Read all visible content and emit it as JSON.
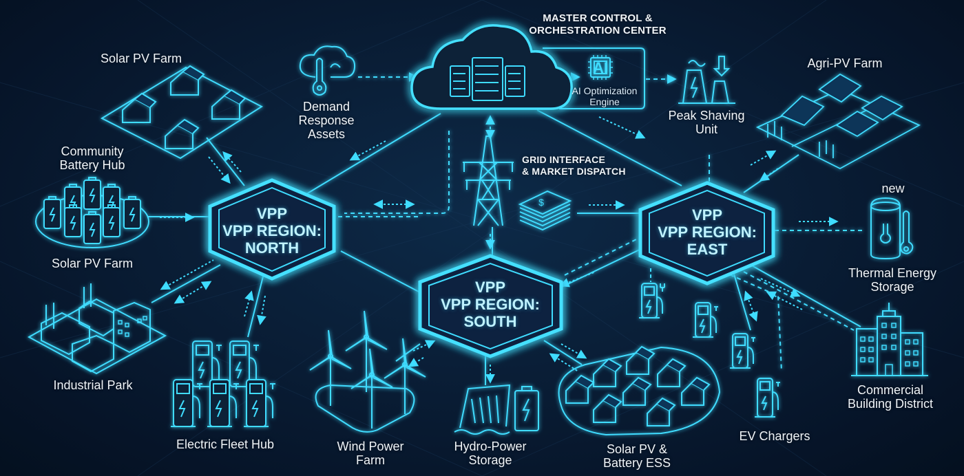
{
  "colors": {
    "background": "#061428",
    "accent": "#3fdcff",
    "accent_dim": "#1fa9d6",
    "hex_fill": "#0c2240",
    "label_text": "#f0f4f8"
  },
  "center": {
    "title_line1": "MASTER CONTROL &",
    "title_line2": "ORCHESTRATION CENTER",
    "icon": "cloud-server-icon",
    "ai_engine": {
      "chip_text": "AI",
      "label_line1": "AI Optimization",
      "label_line2": "Engine",
      "icon": "ai-chip-icon"
    }
  },
  "grid_interface": {
    "line1": "GRID INTERFACE",
    "line2": "& MARKET DISPATCH",
    "icons": [
      "transmission-tower-icon",
      "money-stack-icon"
    ]
  },
  "regions": {
    "north": {
      "line1": "VPP",
      "line2": "VPP REGION:",
      "line3": "NORTH"
    },
    "south": {
      "line1": "VPP",
      "line2": "VPP REGION:",
      "line3": "SOUTH"
    },
    "east": {
      "line1": "VPP",
      "line2": "VPP REGION:",
      "line3": "EAST"
    }
  },
  "assets": {
    "solar_pv_farm_top": {
      "label": "Solar PV Farm",
      "icon": "solar-houses-icon"
    },
    "demand_response": {
      "line1": "Demand",
      "line2": "Response",
      "line3": "Assets",
      "icon": "thermostat-cloud-icon"
    },
    "community_battery": {
      "line1": "Community",
      "line2": "Battery Hub",
      "sublabel": "Solar PV Farm",
      "icon": "battery-cluster-icon"
    },
    "industrial_park": {
      "label": "Industrial Park",
      "icon": "factory-icon"
    },
    "electric_fleet_hub": {
      "label": "Electric Fleet Hub",
      "icon": "ev-charger-group-icon"
    },
    "wind_power_farm": {
      "line1": "Wind Power",
      "line2": "Farm",
      "icon": "wind-turbine-icon"
    },
    "hydro_power_storage": {
      "line1": "Hydro-Power",
      "line2": "Storage",
      "icon": "dam-battery-icon"
    },
    "solar_pv_battery_ess": {
      "line1": "Solar PV &",
      "line2": "Battery ESS",
      "icon": "solar-neighborhood-icon"
    },
    "ev_chargers": {
      "label": "EV Chargers",
      "icon": "ev-charger-icon"
    },
    "commercial_building": {
      "line1": "Commercial",
      "line2": "Building District",
      "icon": "office-building-icon"
    },
    "thermal_energy_storage": {
      "badge": "new",
      "line1": "Thermal Energy",
      "line2": "Storage",
      "icon": "thermal-tank-icon"
    },
    "peak_shaving": {
      "line1": "Peak Shaving",
      "line2": "Unit",
      "icon": "power-plant-icon"
    },
    "agri_pv_farm": {
      "label": "Agri-PV Farm",
      "icon": "agri-solar-icon"
    }
  }
}
